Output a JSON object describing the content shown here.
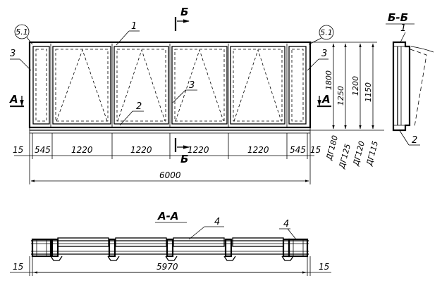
{
  "labels": {
    "cut_b_top": "Б",
    "cut_b_bottom": "Б",
    "cut_a_left": "А",
    "cut_a_right": "А",
    "section_bb": "Б-Б",
    "section_aa": "А-А",
    "node_left": "5.1",
    "node_right": "5.1",
    "pos1": "1",
    "pos2": "2",
    "pos3_left": "3",
    "pos3_right": "3",
    "pos3_mid": "3",
    "pos4_mid": "4",
    "pos4_right": "4",
    "bb_pos1": "1",
    "bb_pos2": "2"
  },
  "dims_top": [
    "15",
    "545",
    "1220",
    "1220",
    "1220",
    "1220",
    "545",
    "15"
  ],
  "dim_total": "6000",
  "dim_bottom": {
    "left": "15",
    "mid": "5970",
    "right": "15"
  },
  "dims_vertical": {
    "d1800": "1800",
    "d1250": "1250",
    "d1200": "1200",
    "d1150": "1150"
  },
  "brands": [
    "ДГ180",
    "ДГ125",
    "ДГ120",
    "ДГ115"
  ]
}
